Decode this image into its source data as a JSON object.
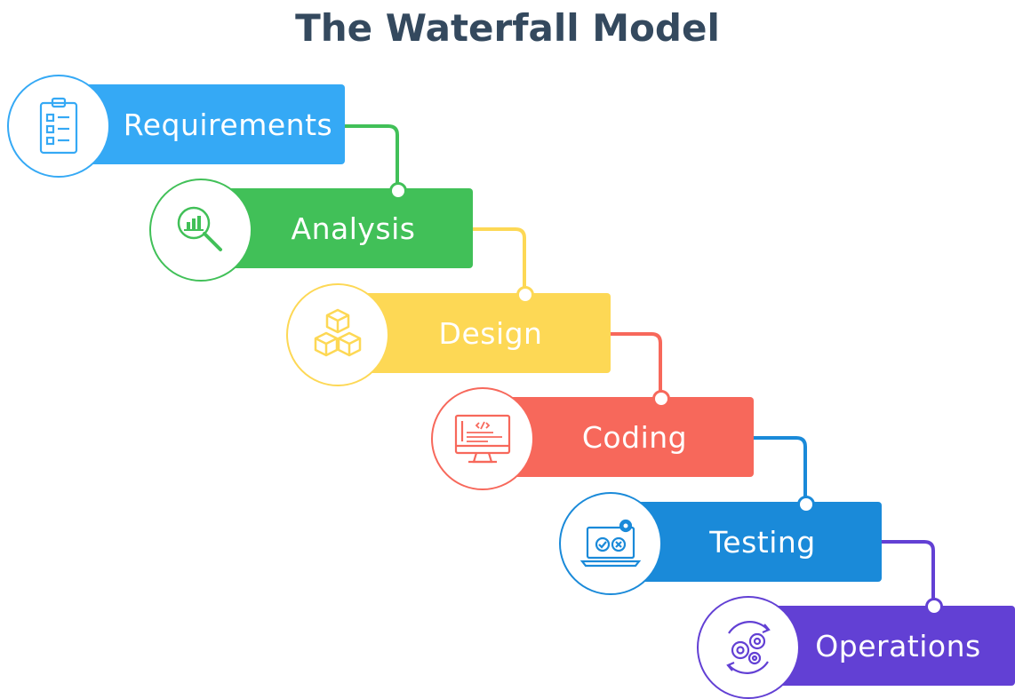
{
  "title": "The Waterfall Model",
  "stages": [
    {
      "label": "Requirements",
      "color": "#35a9f5",
      "icon": "clipboard-checklist-icon"
    },
    {
      "label": "Analysis",
      "color": "#41c058",
      "icon": "magnifier-chart-icon"
    },
    {
      "label": "Design",
      "color": "#fdd855",
      "icon": "cubes-icon"
    },
    {
      "label": "Coding",
      "color": "#f7685b",
      "icon": "monitor-code-icon"
    },
    {
      "label": "Testing",
      "color": "#1a8ad9",
      "icon": "laptop-gear-icon"
    },
    {
      "label": "Operations",
      "color": "#6240d4",
      "icon": "gears-cycle-icon"
    }
  ]
}
